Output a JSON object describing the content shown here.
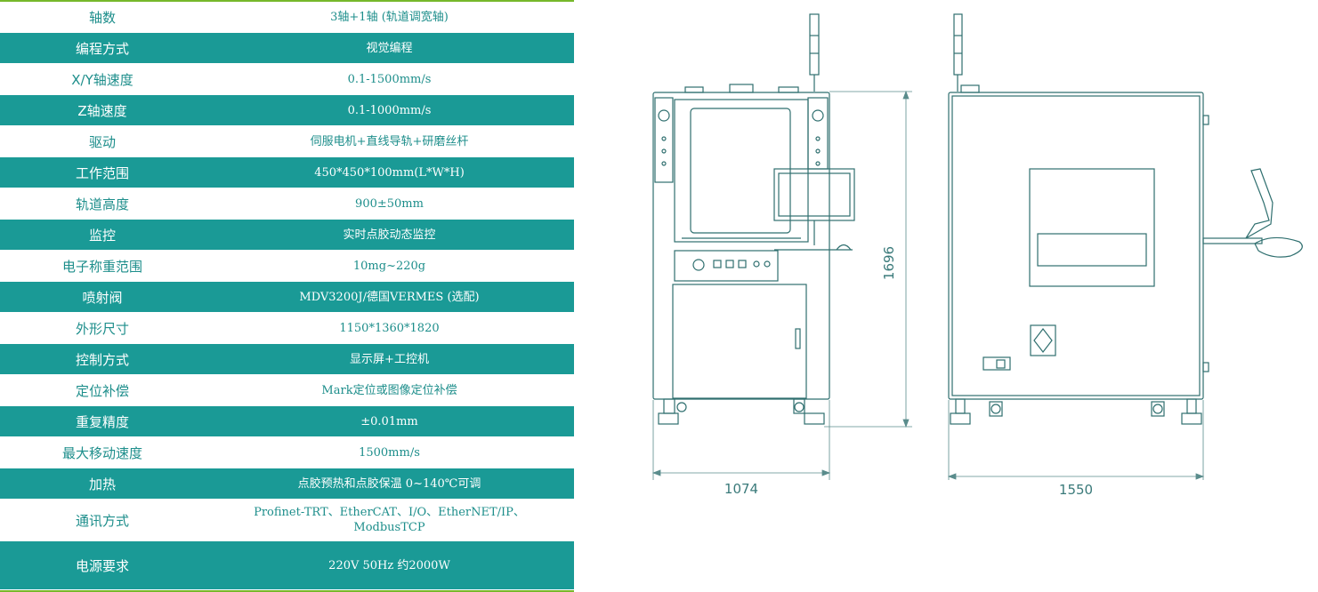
{
  "specs": [
    {
      "label": "轴数",
      "value": "3轴+1轴 (轨道调宽轴)"
    },
    {
      "label": "编程方式",
      "value": "视觉编程"
    },
    {
      "label": "X/Y轴速度",
      "value": "0.1-1500mm/s"
    },
    {
      "label": "Z轴速度",
      "value": "0.1-1000mm/s"
    },
    {
      "label": "驱动",
      "value": "伺服电机+直线导轨+研磨丝杆"
    },
    {
      "label": "工作范围",
      "value": "450*450*100mm(L*W*H)"
    },
    {
      "label": "轨道高度",
      "value": "900±50mm"
    },
    {
      "label": "监控",
      "value": "实时点胶动态监控"
    },
    {
      "label": "电子称重范围",
      "value": "10mg~220g"
    },
    {
      "label": "喷射阀",
      "value": "MDV3200J/德国VERMES (选配)"
    },
    {
      "label": "外形尺寸",
      "value": "1150*1360*1820"
    },
    {
      "label": "控制方式",
      "value": "显示屏+工控机"
    },
    {
      "label": "定位补偿",
      "value": "Mark定位或图像定位补偿"
    },
    {
      "label": "重复精度",
      "value": "±0.01mm"
    },
    {
      "label": "最大移动速度",
      "value": "1500mm/s"
    },
    {
      "label": "加热",
      "value": "点胶预热和点胶保温 0~140℃可调"
    },
    {
      "label": "通讯方式",
      "value": "Profinet-TRT、EtherCAT、I/O、EtherNET/IP、ModbusTCP"
    },
    {
      "label": "电源要求",
      "value": "220V 50Hz  约2000W"
    }
  ],
  "drawing": {
    "front_width": "1074",
    "height": "1696",
    "side_width": "1550"
  },
  "colors": {
    "teal": "#1a9a96",
    "green_rule": "#76b82a",
    "line": "#2f6f6f"
  }
}
